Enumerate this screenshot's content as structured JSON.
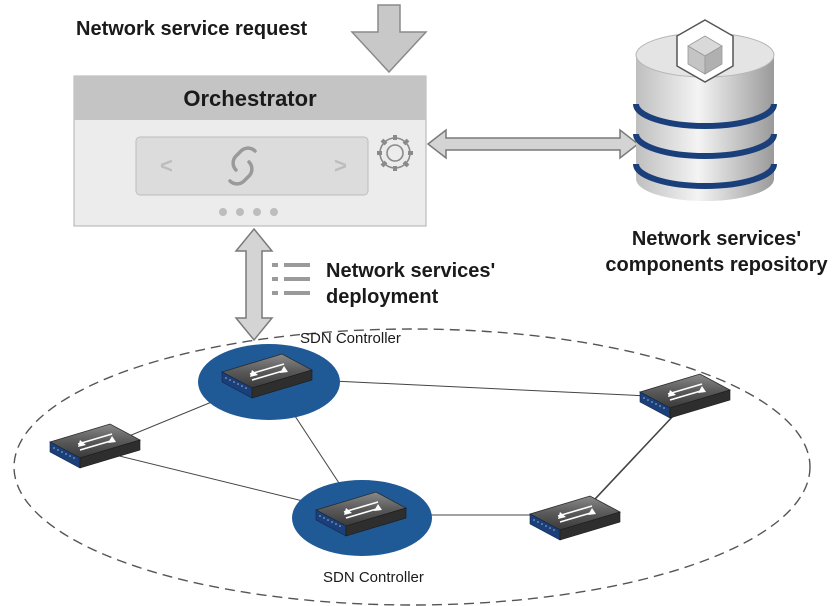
{
  "request": {
    "label": "Network service request"
  },
  "orchestrator": {
    "title": "Orchestrator",
    "carousel_prev": "<",
    "carousel_next": ">",
    "dots": 4
  },
  "deployment": {
    "line1": "Network services'",
    "line2": "deployment"
  },
  "repository": {
    "line1": "Network services'",
    "line2": "components repository"
  },
  "sdn": {
    "top_label": "SDN Controller",
    "bottom_label": "SDN Controller"
  },
  "colors": {
    "controller_blue": "#1f5a96",
    "db_band": "#1a3f7a",
    "arrow_gray": "#c8c8c8",
    "panel_header": "#c4c4c4",
    "panel_body": "#ececec"
  }
}
